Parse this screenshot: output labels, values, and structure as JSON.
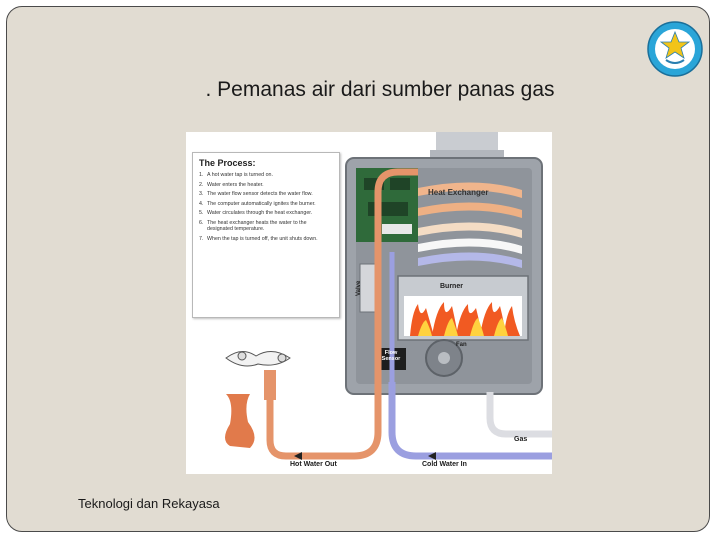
{
  "slide": {
    "title": ". Pemanas air dari sumber panas gas",
    "footer": "Teknologi dan Rekayasa"
  },
  "process": {
    "heading": "The Process:",
    "steps": [
      "A hot water tap is turned on.",
      "Water enters the heater.",
      "The water flow sensor detects the water flow.",
      "The computer automatically ignites the burner.",
      "Water circulates through the heat exchanger.",
      "The heat exchanger heats the water to the designated temperature.",
      "When the tap is turned off, the unit shuts down."
    ]
  },
  "labels": {
    "heat_exchanger": "Heat Exchanger",
    "burner": "Burner",
    "valve": "Valve",
    "fan": "Fan",
    "flow_sensor_1": "Flow",
    "flow_sensor_2": "Sensor",
    "gas": "Gas",
    "hot_water_out": "Hot Water Out",
    "cold_water_in": "Cold Water In"
  },
  "colors": {
    "hot_pipe": "#e5946a",
    "cold_pipe": "#9b9fe0",
    "gas_pipe": "#e8e8ec",
    "flame": "#f15a22"
  }
}
